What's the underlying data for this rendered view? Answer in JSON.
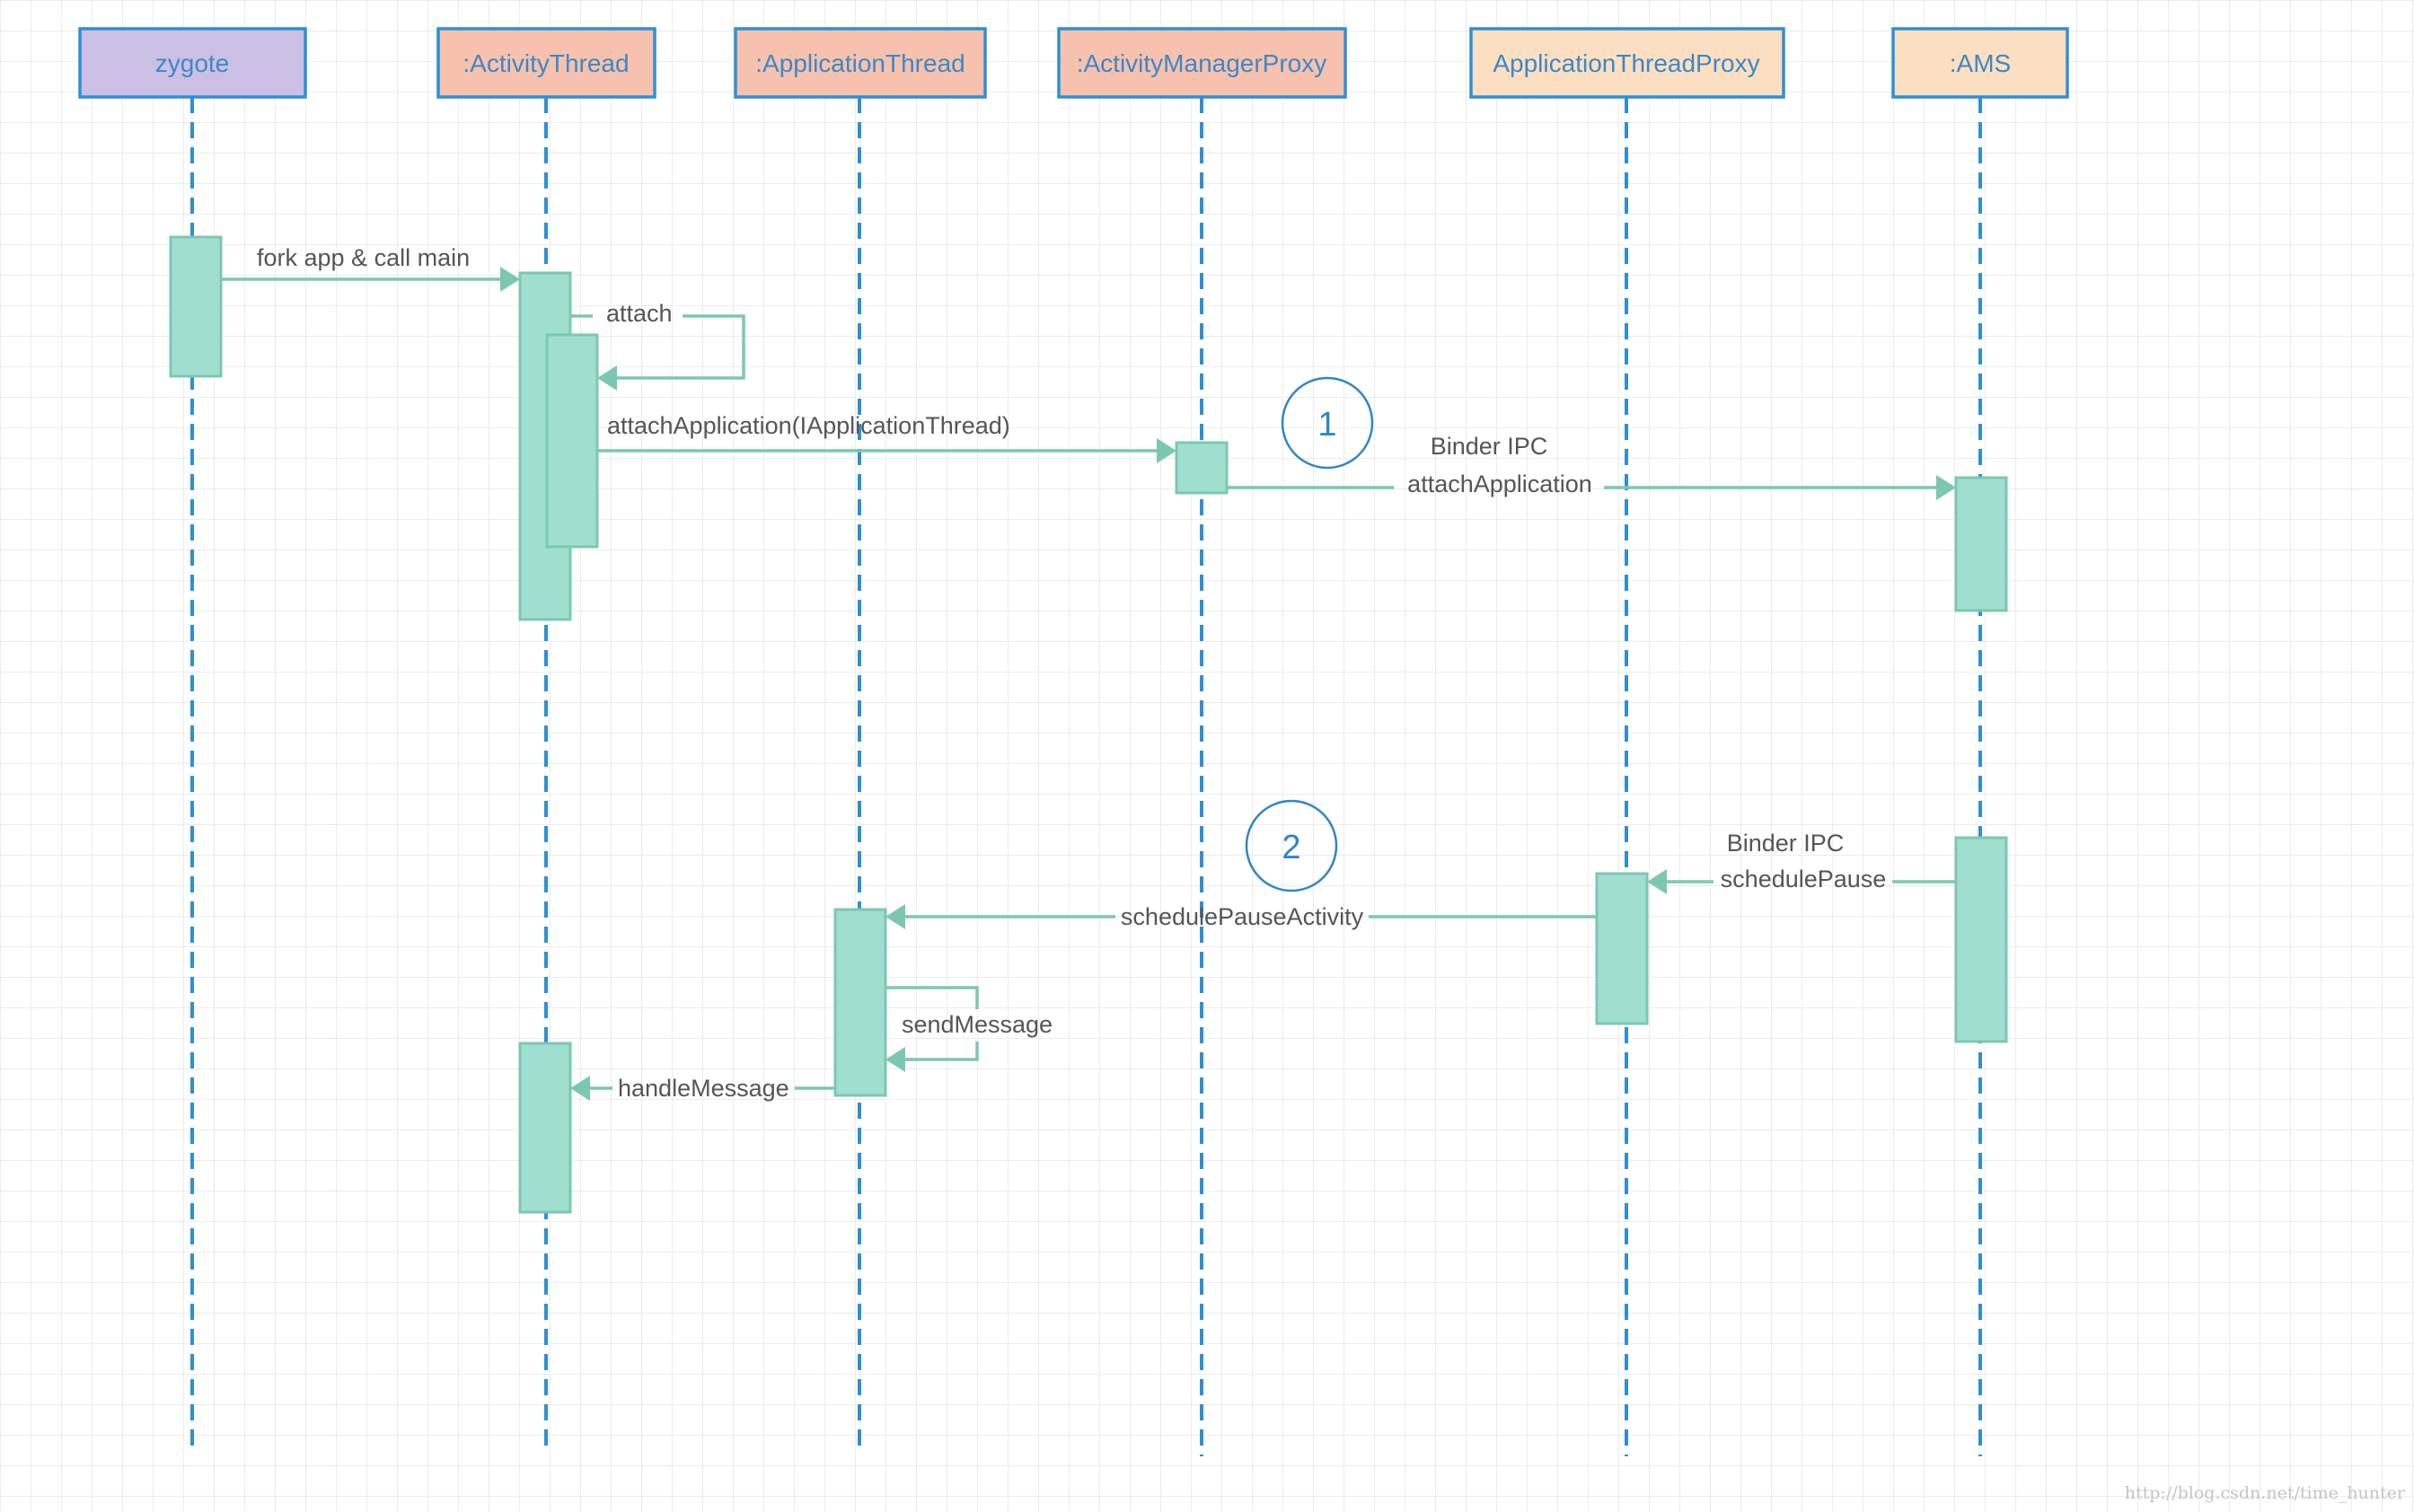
{
  "participants": [
    {
      "id": "zygote",
      "label": "zygote",
      "fill": "#cbbfe4",
      "text_color": "#3d87c8"
    },
    {
      "id": "activity-thread",
      "label": ":ActivityThread",
      "fill": "#f6c1ad",
      "text_color": "#3d87c8"
    },
    {
      "id": "application-thread",
      "label": ":ApplicationThread",
      "fill": "#f6c1ad",
      "text_color": "#3d87c8"
    },
    {
      "id": "activity-manager-proxy",
      "label": ":ActivityManagerProxy",
      "fill": "#f6c1ad",
      "text_color": "#3d87c8"
    },
    {
      "id": "application-thread-proxy",
      "label": "ApplicationThreadProxy",
      "fill": "#fcdfc0",
      "text_color": "#3d87c8"
    },
    {
      "id": "ams",
      "label": ":AMS",
      "fill": "#fcdfc0",
      "text_color": "#3d87c8"
    }
  ],
  "messages": {
    "fork": "fork app & call main",
    "attach": "attach",
    "attach_application_local": "attachApplication(IApplicationThread)",
    "binder_ipc_1": "Binder IPC",
    "attach_application_remote": "attachApplication",
    "binder_ipc_2": "Binder IPC",
    "schedule_pause": "schedulePause",
    "schedule_pause_activity": "schedulePauseActivity",
    "send_message": "sendMessage",
    "handle_message": "handleMessage"
  },
  "step_markers": [
    "1",
    "2"
  ],
  "watermark": "http://blog.csdn.net/time_hunter",
  "colors": {
    "lifeline": "#2e8fd6",
    "activation_fill": "#a0dfd0",
    "activation_stroke": "#7cc7b2",
    "message": "#7cc7b2",
    "header_border": "#2e8fd6",
    "step_marker": "#2e86c8"
  }
}
